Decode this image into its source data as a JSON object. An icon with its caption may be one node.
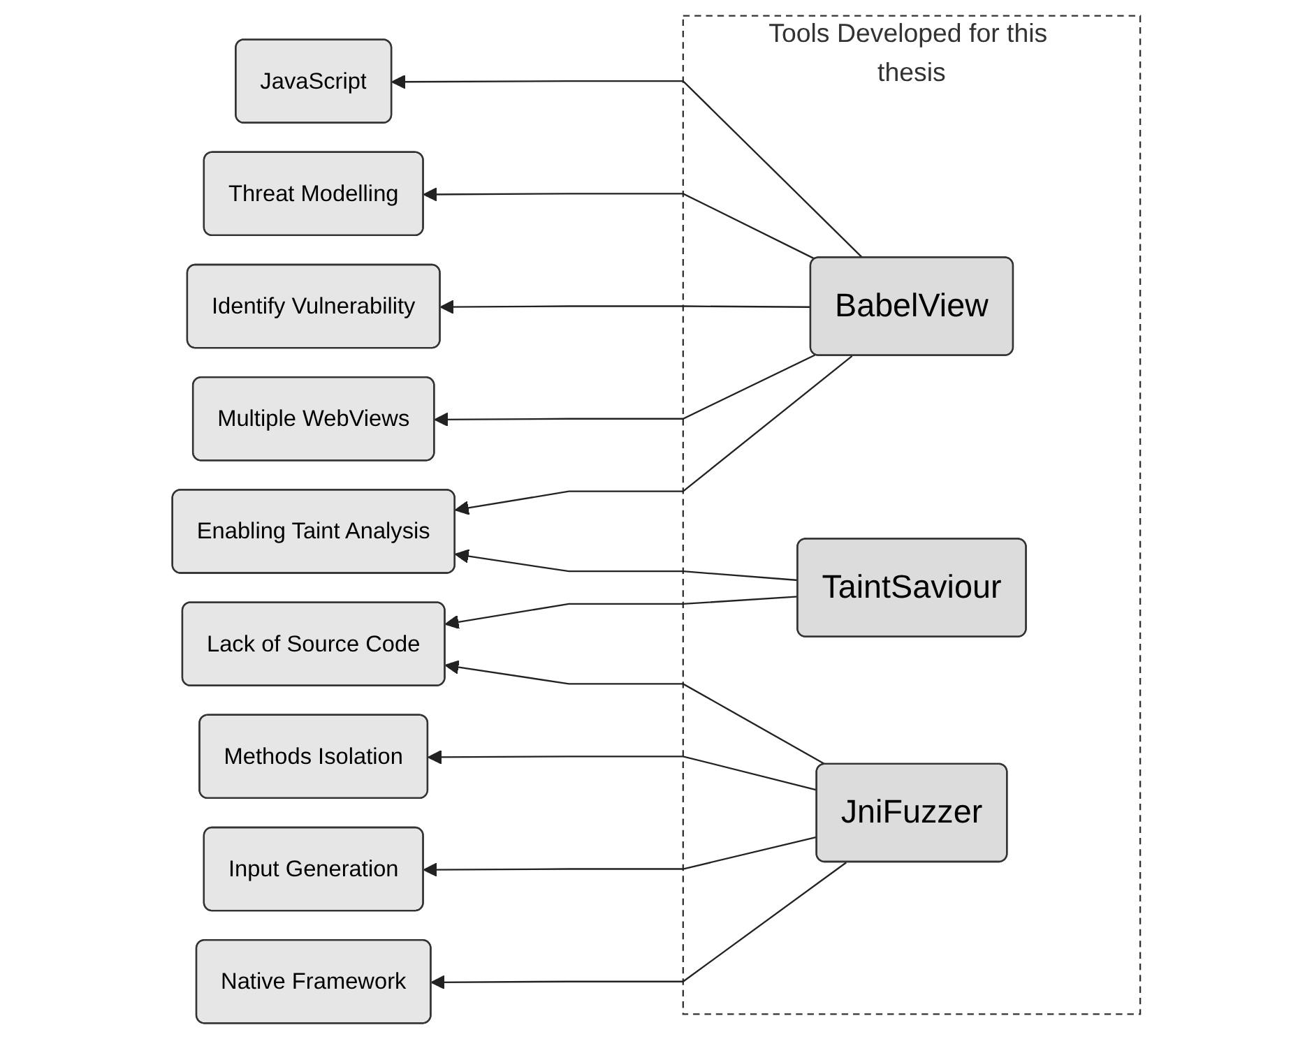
{
  "diagram": {
    "nodes": [
      {
        "text": [
          "JavaScript"
        ]
      },
      {
        "text": [
          "Threat Modelling"
        ]
      },
      {
        "text": [
          "Identify Vulnerability"
        ]
      },
      {
        "text": [
          "Multiple WebViews"
        ]
      },
      {
        "text": [
          "Enabling Taint Analysis"
        ]
      },
      {
        "text": [
          "Lack of Source Code"
        ]
      },
      {
        "text": [
          "Methods Isolation"
        ]
      },
      {
        "text": [
          "Input Generation"
        ]
      },
      {
        "text": [
          "Native Framework"
        ]
      },
      {
        "text": [
          "Tools Developed for this thesis"
        ]
      },
      {
        "text": [
          "BabelView"
        ],
        "in": 9
      },
      {
        "text": [
          "TaintSaviour"
        ],
        "in": 9
      },
      {
        "text": [
          "JniFuzzer"
        ],
        "in": 9
      }
    ],
    "edges": [
      {
        "from": 10,
        "to": 0,
        "arrow": "to"
      },
      {
        "from": 10,
        "to": 1,
        "arrow": "to"
      },
      {
        "from": 10,
        "to": 2,
        "arrow": "to"
      },
      {
        "from": 10,
        "to": 3,
        "arrow": "to"
      },
      {
        "from": 10,
        "to": 4,
        "arrow": "to"
      },
      {
        "from": 11,
        "to": 4,
        "arrow": "to"
      },
      {
        "from": 11,
        "to": 5,
        "arrow": "to"
      },
      {
        "from": 12,
        "to": 5,
        "arrow": "to"
      },
      {
        "from": 12,
        "to": 6,
        "arrow": "to"
      },
      {
        "from": 12,
        "to": 7,
        "arrow": "to"
      },
      {
        "from": 12,
        "to": 8,
        "arrow": "to"
      }
    ]
  }
}
